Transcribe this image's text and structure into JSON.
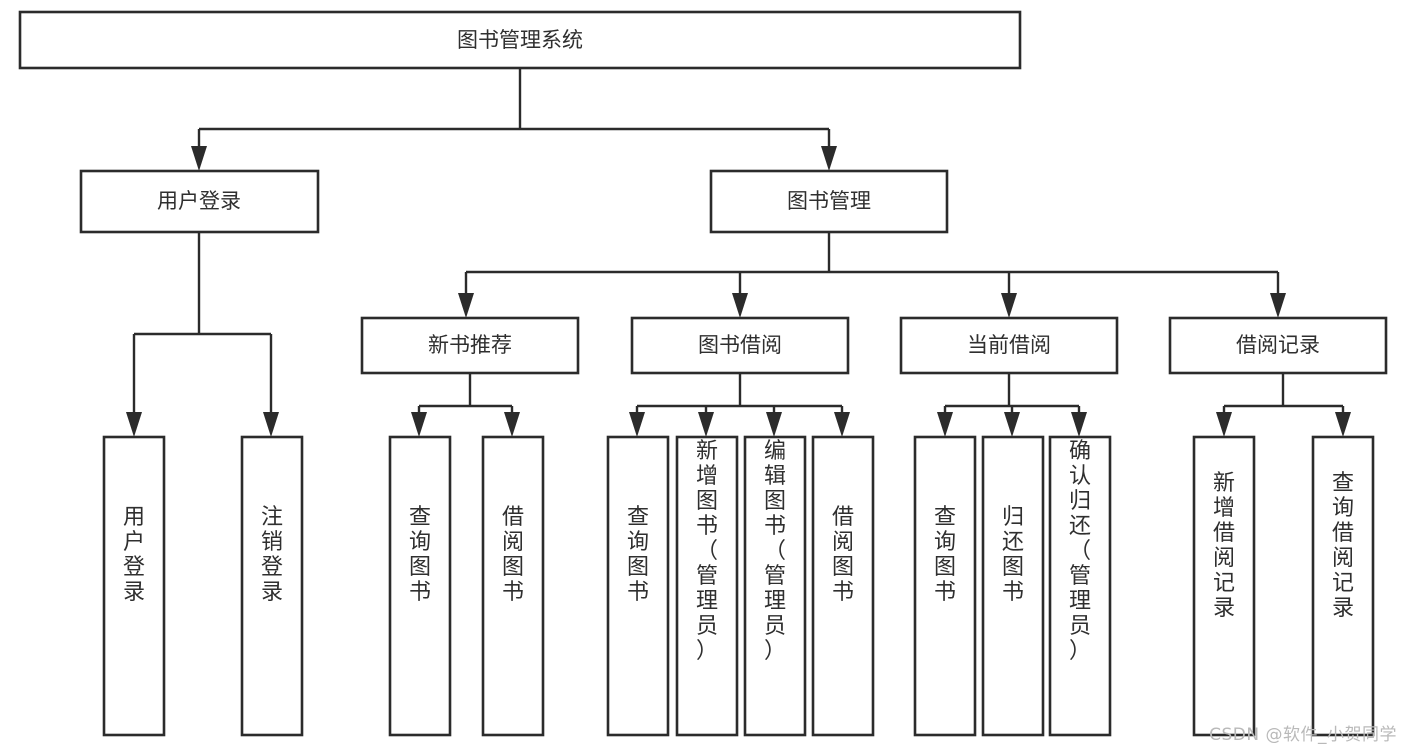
{
  "diagram": {
    "type": "tree-hierarchy-chart",
    "title": "图书管理系统",
    "watermark": "CSDN @软件_小贺同学",
    "colors": {
      "background": "#ffffff",
      "box_stroke": "#2b2b2b",
      "box_fill": "#ffffff",
      "text": "#2f2f2f",
      "connector": "#2b2b2b",
      "watermark": "#b9b9b9"
    },
    "levels": [
      {
        "level": 1,
        "nodes": [
          {
            "id": "root",
            "label": "图书管理系统",
            "orientation": "horizontal"
          }
        ]
      },
      {
        "level": 2,
        "nodes": [
          {
            "id": "login",
            "label": "用户登录",
            "orientation": "horizontal",
            "parent": "root"
          },
          {
            "id": "bookmgmt",
            "label": "图书管理",
            "orientation": "horizontal",
            "parent": "root"
          }
        ]
      },
      {
        "level": 3,
        "nodes": [
          {
            "id": "newbook",
            "label": "新书推荐",
            "orientation": "horizontal",
            "parent": "bookmgmt"
          },
          {
            "id": "borrow",
            "label": "图书借阅",
            "orientation": "horizontal",
            "parent": "bookmgmt"
          },
          {
            "id": "current",
            "label": "当前借阅",
            "orientation": "horizontal",
            "parent": "bookmgmt"
          },
          {
            "id": "records",
            "label": "借阅记录",
            "orientation": "horizontal",
            "parent": "bookmgmt"
          }
        ]
      },
      {
        "level": 4,
        "nodes": [
          {
            "id": "leaf-user-login",
            "label": "用户登录",
            "orientation": "vertical",
            "parent": "login"
          },
          {
            "id": "leaf-user-logout",
            "label": "注销登录",
            "orientation": "vertical",
            "parent": "login"
          },
          {
            "id": "leaf-new-query",
            "label": "查询图书",
            "orientation": "vertical",
            "parent": "newbook"
          },
          {
            "id": "leaf-new-borrow",
            "label": "借阅图书",
            "orientation": "vertical",
            "parent": "newbook"
          },
          {
            "id": "leaf-borrow-query",
            "label": "查询图书",
            "orientation": "vertical",
            "parent": "borrow"
          },
          {
            "id": "leaf-borrow-add",
            "label": "新增图书（管理员）",
            "orientation": "vertical",
            "parent": "borrow"
          },
          {
            "id": "leaf-borrow-edit",
            "label": "编辑图书（管理员）",
            "orientation": "vertical",
            "parent": "borrow"
          },
          {
            "id": "leaf-borrow-lend",
            "label": "借阅图书",
            "orientation": "vertical",
            "parent": "borrow"
          },
          {
            "id": "leaf-current-query",
            "label": "查询图书",
            "orientation": "vertical",
            "parent": "current"
          },
          {
            "id": "leaf-current-return",
            "label": "归还图书",
            "orientation": "vertical",
            "parent": "current"
          },
          {
            "id": "leaf-current-confirm",
            "label": "确认归还（管理员）",
            "orientation": "vertical",
            "parent": "current"
          },
          {
            "id": "leaf-record-add",
            "label": "新增借阅记录",
            "orientation": "vertical",
            "parent": "records"
          },
          {
            "id": "leaf-record-query",
            "label": "查询借阅记录",
            "orientation": "vertical",
            "parent": "records"
          }
        ]
      }
    ]
  }
}
